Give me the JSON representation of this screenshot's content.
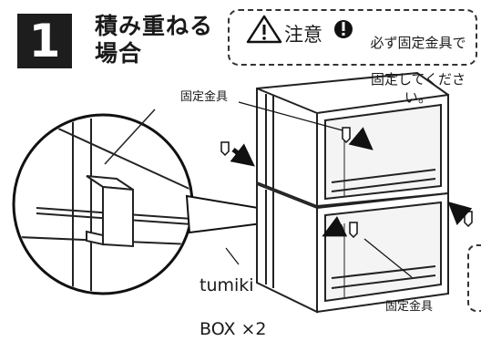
{
  "step": {
    "number": "1"
  },
  "title": {
    "line1": "積み重ねる",
    "line2": "場合"
  },
  "caution": {
    "word": "注意",
    "line1": "必ず固定金具で",
    "line2": "固定してください。"
  },
  "labels": {
    "bracket_top": "固定金具",
    "bracket_bottom": "固定金具",
    "product_line1": "tumiki",
    "product_line2": "BOX ×2"
  },
  "icons": {
    "warning": "warning-triangle-icon",
    "alert": "exclamation-circle-icon",
    "arrow": "arrow-icon",
    "bracket": "bracket-icon"
  }
}
